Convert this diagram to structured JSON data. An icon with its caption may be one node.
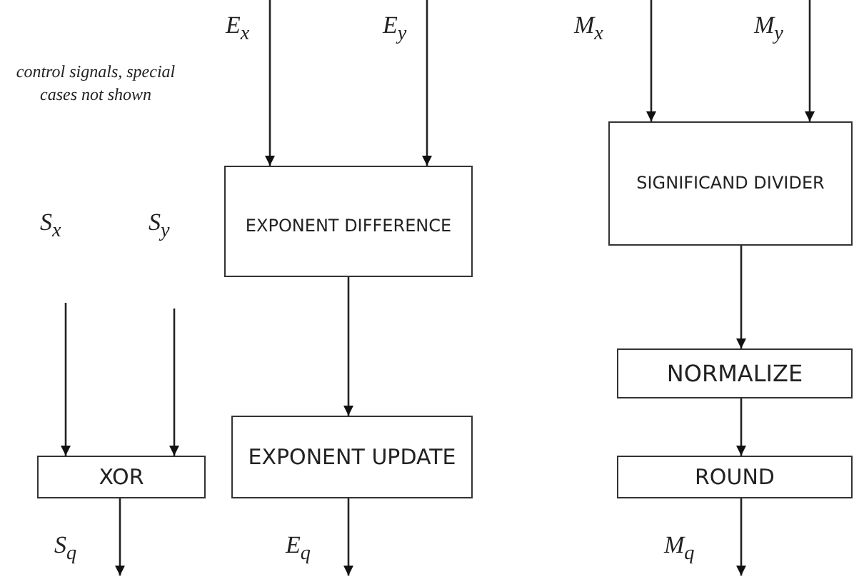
{
  "diagram": {
    "nodes": [
      {
        "text": [
          "EXPONENT DIFFERENCE"
        ]
      },
      {
        "text": [
          "SIGNIFICAND DIVIDER"
        ]
      },
      {
        "text": [
          "XOR"
        ]
      },
      {
        "text": [
          "EXPONENT UPDATE"
        ]
      },
      {
        "text": [
          "NORMALIZE"
        ]
      },
      {
        "text": [
          "ROUND"
        ]
      }
    ],
    "edges": [
      {
        "from": null,
        "to": 0,
        "arrow": "to",
        "label": "E$_{x}$"
      },
      {
        "from": null,
        "to": 0,
        "arrow": "to",
        "label": "E$_{y}$"
      },
      {
        "from": null,
        "to": 1,
        "arrow": "to",
        "label": "M$_{x}$"
      },
      {
        "from": null,
        "to": 1,
        "arrow": "to",
        "label": "M$_{y}$"
      },
      {
        "from": null,
        "to": 2,
        "arrow": "to",
        "label": "S$_{x}$"
      },
      {
        "from": null,
        "to": 2,
        "arrow": "to",
        "label": "S$_{y}$"
      },
      {
        "from": 0,
        "to": 3,
        "arrow": "to"
      },
      {
        "from": 1,
        "to": 4,
        "arrow": "to"
      },
      {
        "from": 4,
        "to": 5,
        "arrow": "to"
      },
      {
        "from": 2,
        "to": null,
        "arrow": "to",
        "label": "S$_{q}$"
      },
      {
        "from": 3,
        "to": null,
        "arrow": "to",
        "label": "E$_{q}$"
      },
      {
        "from": 5,
        "to": null,
        "arrow": "to",
        "label": "M$_{q}$"
      }
    ],
    "labels": [
      "control signals, special cases not shown"
    ]
  }
}
